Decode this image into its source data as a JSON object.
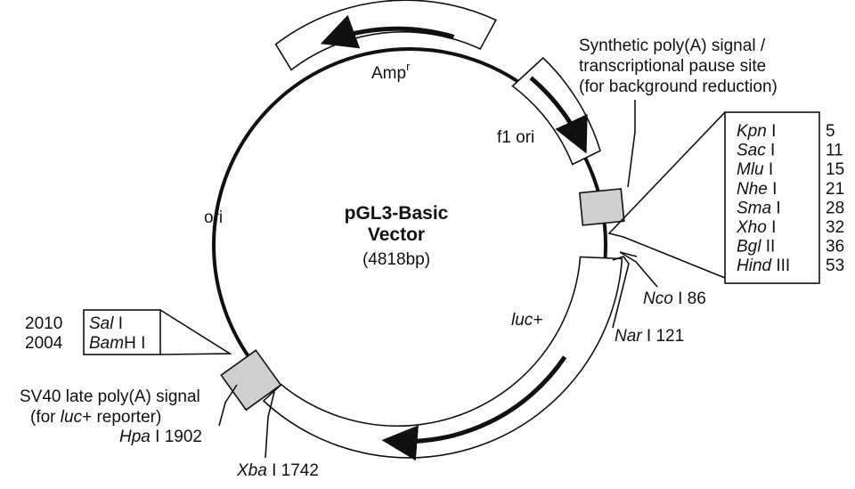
{
  "vector": {
    "name_line1": "pGL3-Basic",
    "name_line2": "Vector",
    "size": "(4818bp)"
  },
  "features": {
    "amp": {
      "name": "Amp",
      "superscript": "r"
    },
    "f1_ori": "f1 ori",
    "ori": "ori",
    "luc": "luc+"
  },
  "synthetic_polya": {
    "line1": "Synthetic poly(A) signal /",
    "line2": "transcriptional pause site",
    "line3": "(for background reduction)"
  },
  "sv40": {
    "line1": "SV40 late poly(A) signal",
    "line2_pre": "(for ",
    "line2_italic": "luc",
    "line2_post": "+ reporter)"
  },
  "mcs_sites": [
    {
      "italic": "Kpn",
      "suffix": " I",
      "pos": "5"
    },
    {
      "italic": "Sac",
      "suffix": " I",
      "pos": "11"
    },
    {
      "italic": "Mlu",
      "suffix": " I",
      "pos": "15"
    },
    {
      "italic": "Nhe",
      "suffix": " I",
      "pos": "21"
    },
    {
      "italic": "Sma",
      "suffix": " I",
      "pos": "28"
    },
    {
      "italic": "Xho",
      "suffix": " I",
      "pos": "32"
    },
    {
      "italic": "Bgl",
      "suffix": " II",
      "pos": "36"
    },
    {
      "italic": "Hind",
      "suffix": " III",
      "pos": "53"
    }
  ],
  "left_sites": [
    {
      "pos": "2010",
      "italic": "Sal",
      "suffix": " I"
    },
    {
      "pos": "2004",
      "italic": "Bam",
      "suffix": "H I"
    }
  ],
  "single_sites": {
    "nco": {
      "italic": "Nco",
      "suffix": " I 86"
    },
    "nar": {
      "italic": "Nar",
      "suffix": " I 121"
    },
    "hpa": {
      "italic": "Hpa",
      "suffix": " I 1902"
    },
    "xba": {
      "italic": "Xba",
      "suffix": " I 1742"
    }
  }
}
